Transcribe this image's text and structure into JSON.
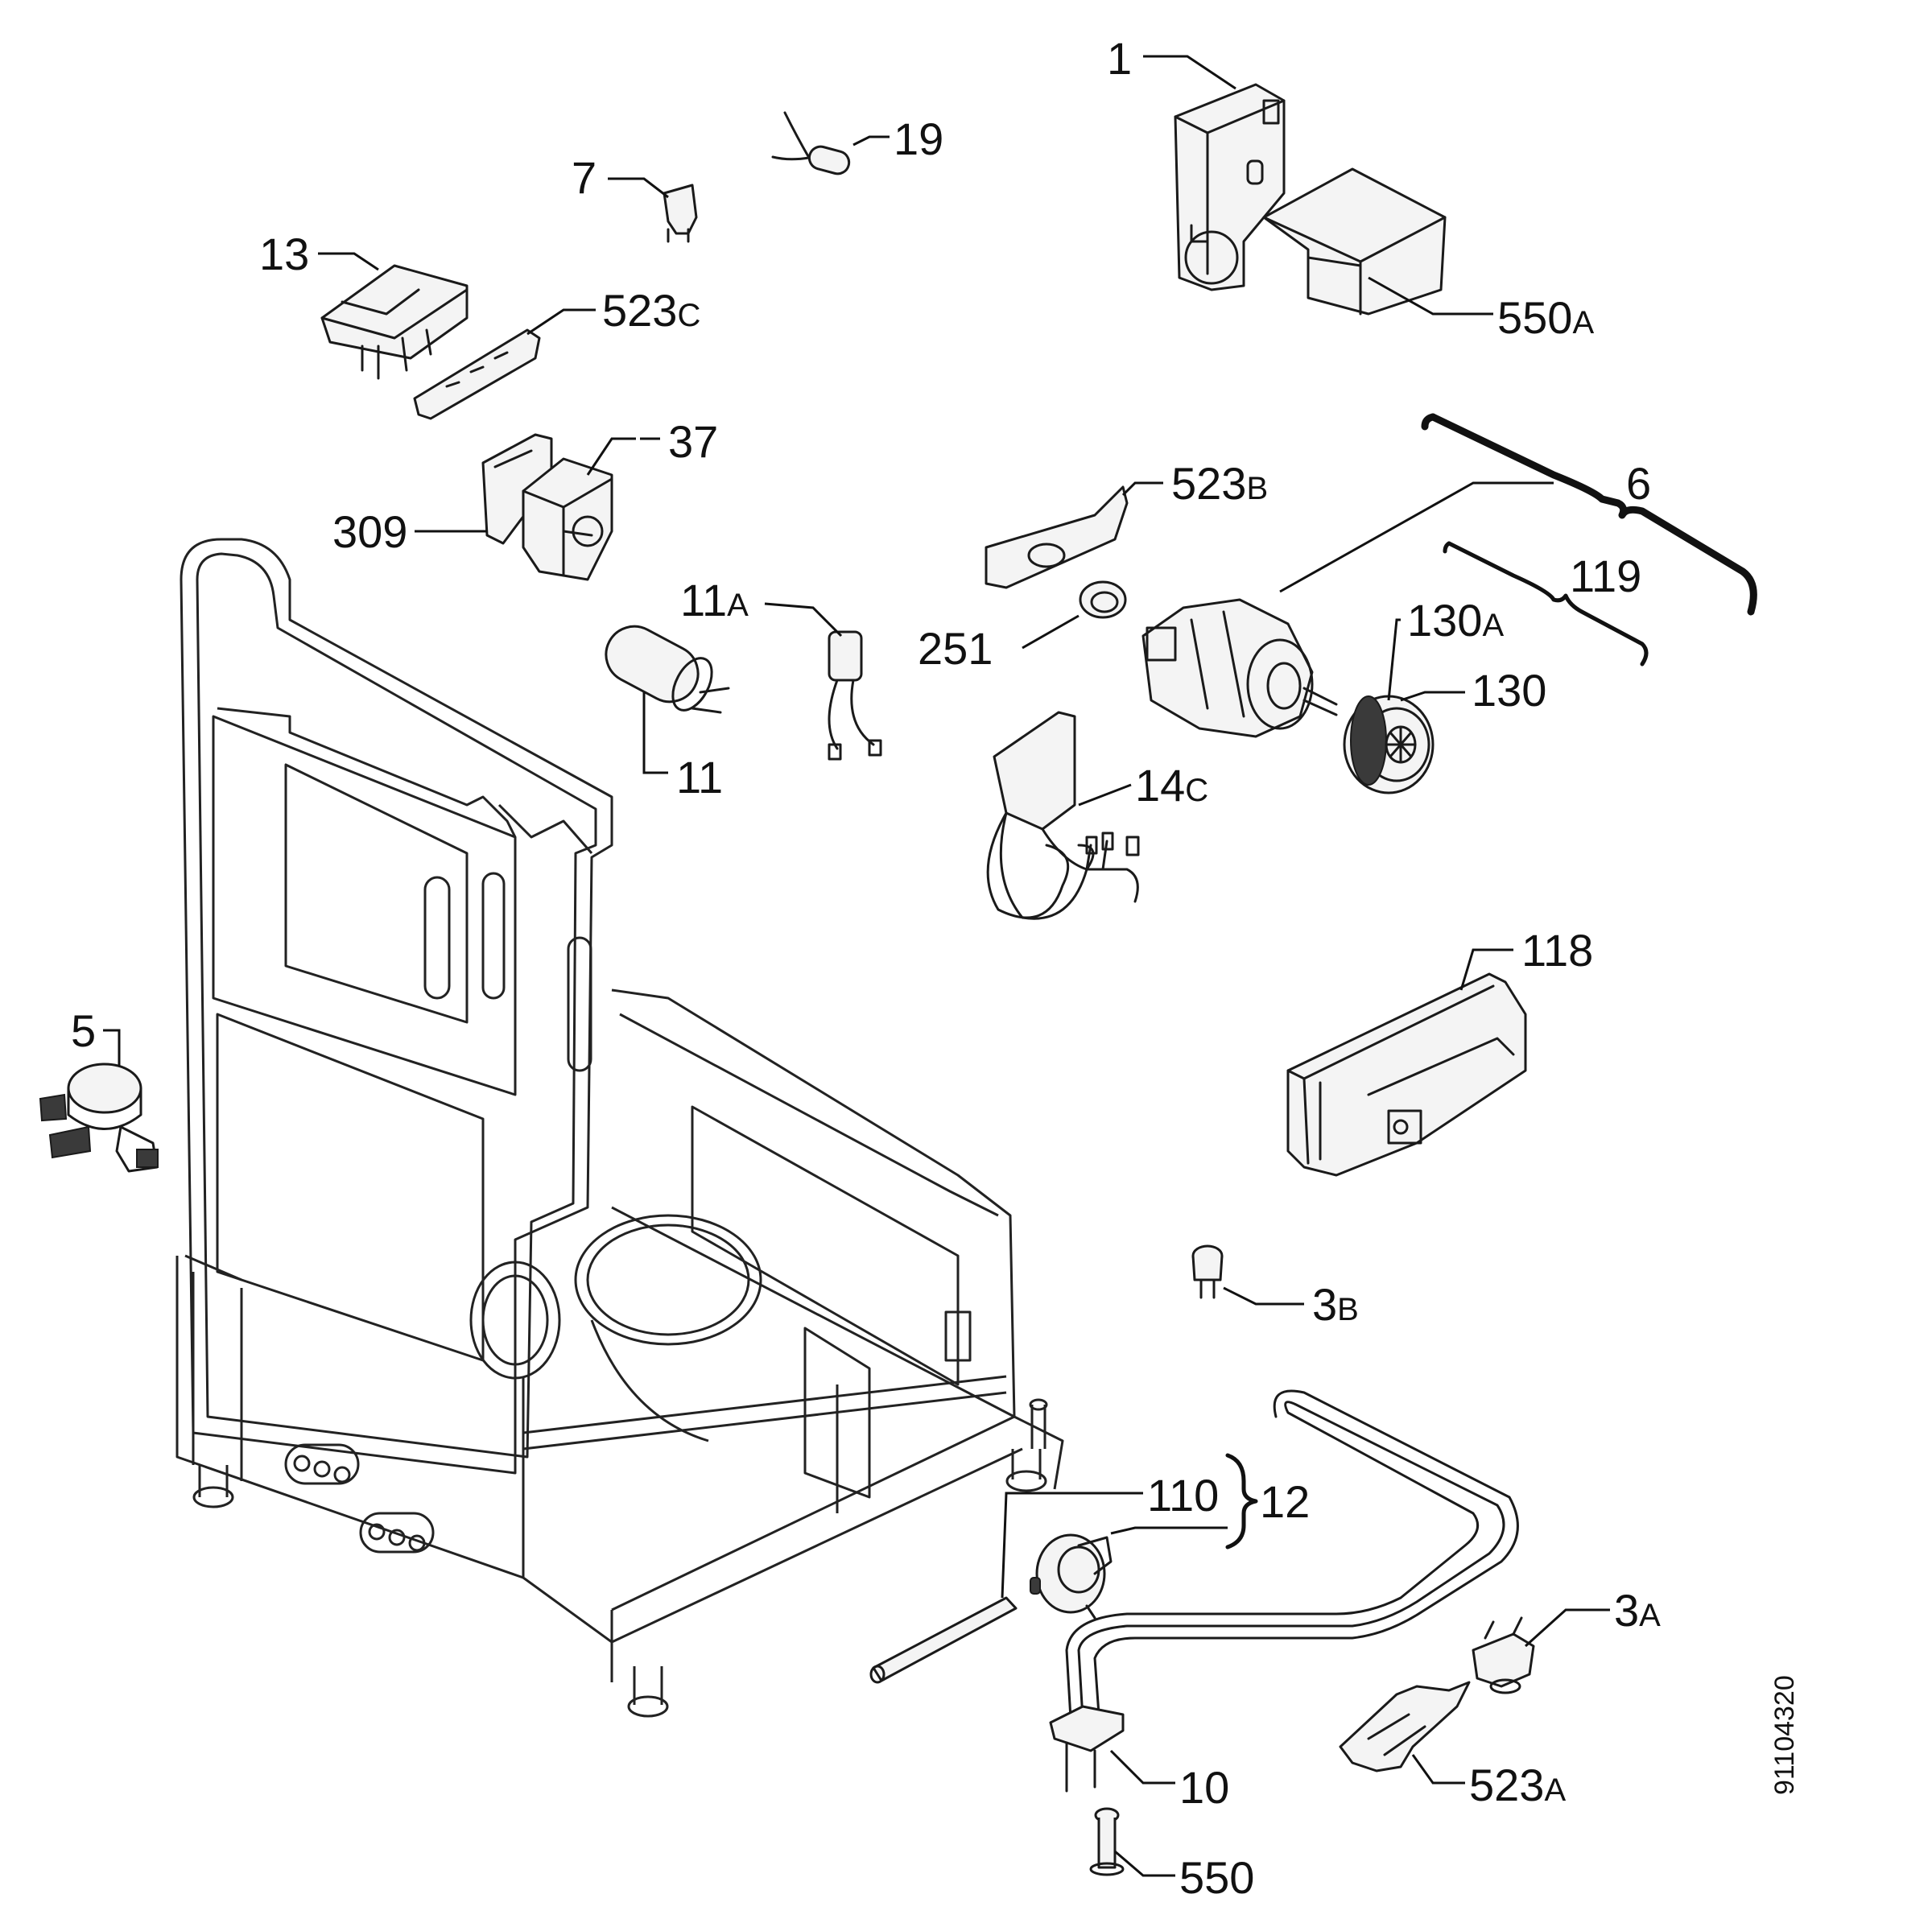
{
  "document_number": "91104320",
  "callouts": [
    {
      "id": "1",
      "label": "1"
    },
    {
      "id": "550A",
      "label": "550",
      "suffix": "A"
    },
    {
      "id": "19",
      "label": "19"
    },
    {
      "id": "7",
      "label": "7"
    },
    {
      "id": "13",
      "label": "13"
    },
    {
      "id": "523C",
      "label": "523",
      "suffix": "C"
    },
    {
      "id": "37",
      "label": "37"
    },
    {
      "id": "309",
      "label": "309"
    },
    {
      "id": "523B",
      "label": "523",
      "suffix": "B"
    },
    {
      "id": "6",
      "label": "6"
    },
    {
      "id": "119",
      "label": "119"
    },
    {
      "id": "130A",
      "label": "130",
      "suffix": "A"
    },
    {
      "id": "130",
      "label": "130"
    },
    {
      "id": "251",
      "label": "251"
    },
    {
      "id": "11A",
      "label": "11",
      "suffix": "A"
    },
    {
      "id": "11",
      "label": "11"
    },
    {
      "id": "14C",
      "label": "14",
      "suffix": "C"
    },
    {
      "id": "118",
      "label": "118"
    },
    {
      "id": "5",
      "label": "5"
    },
    {
      "id": "3B",
      "label": "3",
      "suffix": "B"
    },
    {
      "id": "110",
      "label": "110"
    },
    {
      "id": "12",
      "label": "12"
    },
    {
      "id": "3A",
      "label": "3",
      "suffix": "A"
    },
    {
      "id": "523A",
      "label": "523",
      "suffix": "A"
    },
    {
      "id": "10",
      "label": "10"
    },
    {
      "id": "550",
      "label": "550"
    }
  ]
}
